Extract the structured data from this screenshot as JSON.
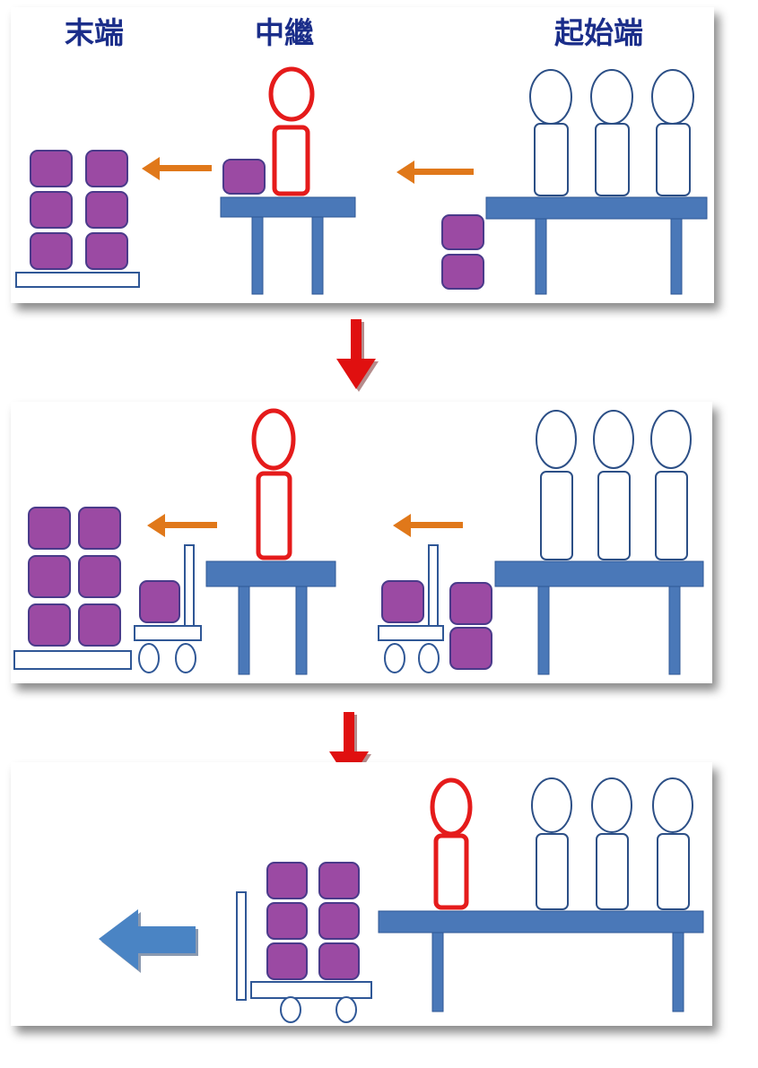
{
  "labels": {
    "end": "末端",
    "relay": "中繼",
    "start": "起始端"
  },
  "colors": {
    "table": "#4a78b8",
    "table_stroke": "#2f5796",
    "box": "#9b4aa3",
    "box_stroke": "#4a3a8a",
    "person_active": "#e51b1b",
    "person_idle": "#2c4f86",
    "flow_arrow": "#e0781a",
    "step_arrow": "#e01010",
    "exit_arrow": "#4a84c4",
    "label": "#1b2e8a"
  },
  "icons": [
    "down-arrow-icon",
    "left-arrow-icon",
    "exit-arrow-icon",
    "person-icon",
    "box-icon",
    "hand-truck-icon",
    "pallet-icon",
    "table-icon"
  ]
}
